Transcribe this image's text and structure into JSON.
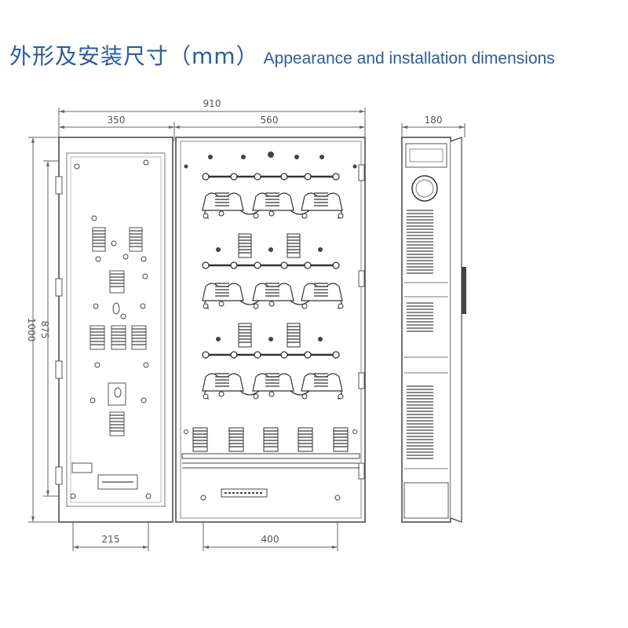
{
  "title": {
    "chinese": "外形及安装尺寸（mm）",
    "english": "Appearance and installation dimensions"
  },
  "dimensions": {
    "overall_width": "910",
    "left_width": "350",
    "right_width": "560",
    "depth": "180",
    "height": "1000",
    "mount_height": "875",
    "left_mount_spacing": "215",
    "right_mount_spacing": "400"
  },
  "colors": {
    "title": "#2a5d9a",
    "lines": "#555555"
  }
}
